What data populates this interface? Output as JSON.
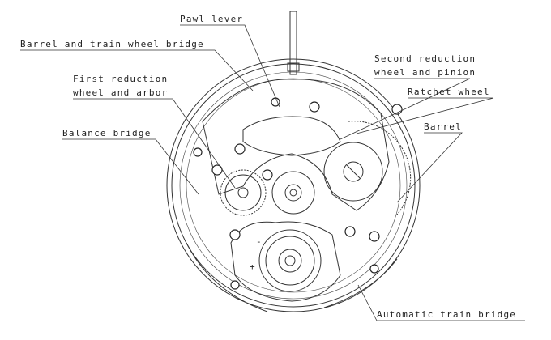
{
  "title": "Watch movement diagram",
  "labels": {
    "pawl_lever": "Pawl lever",
    "barrel_bridge": "Barrel and train wheel bridge",
    "first_reduction_1": "First reduction",
    "first_reduction_2": "wheel and arbor",
    "balance_bridge": "Balance bridge",
    "second_reduction_1": "Second reduction",
    "second_reduction_2": "wheel and pinion",
    "ratchet_wheel": "Ratchet wheel",
    "barrel": "Barrel",
    "automatic_train_bridge": "Automatic train bridge"
  }
}
